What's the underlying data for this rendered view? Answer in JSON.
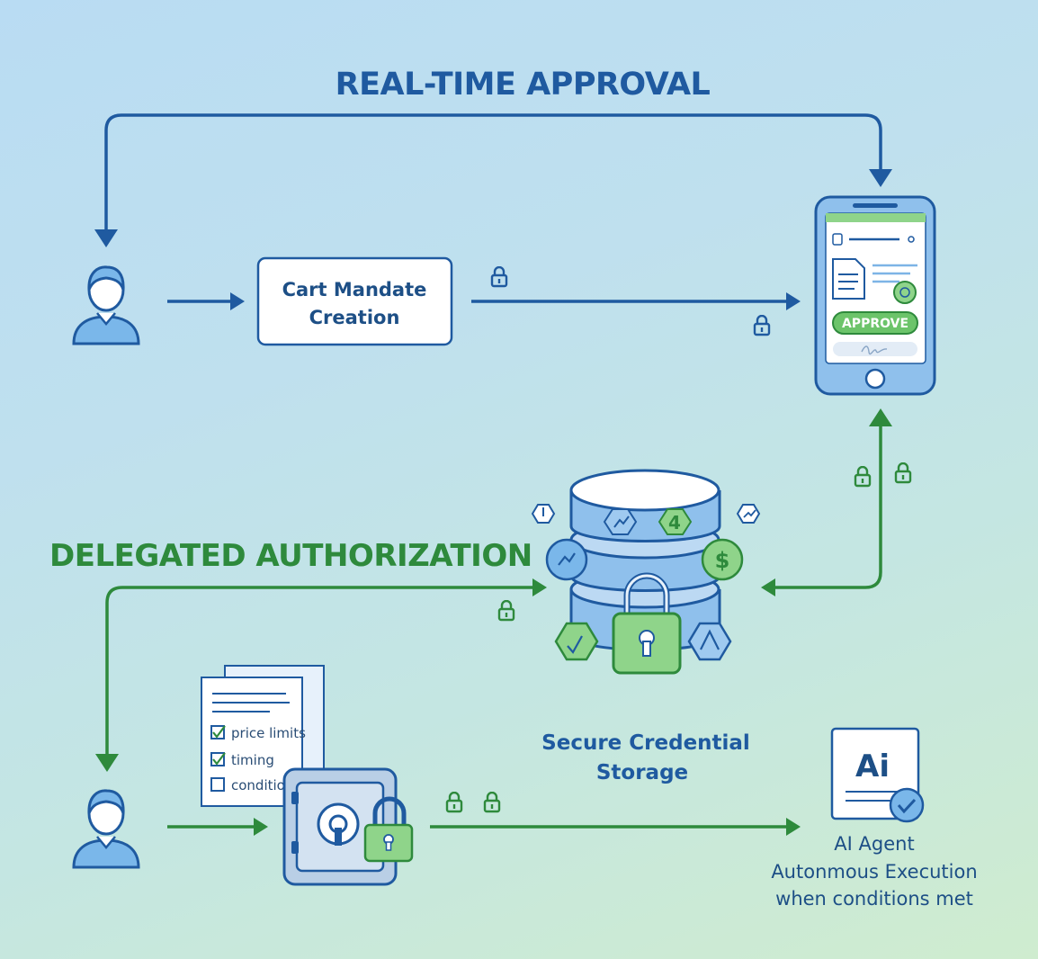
{
  "titles": {
    "realtime": "REAL-TIME APPROVAL",
    "delegated": "DELEGATED AUTHORIZATION"
  },
  "cart_box": {
    "line1": "Cart Mandate",
    "line2": "Creation"
  },
  "phone": {
    "approve_label": "APPROVE"
  },
  "storage": {
    "line1": "Secure Credential",
    "line2": "Storage"
  },
  "checklist": {
    "item1": "price limits",
    "item2": "timing",
    "item3": "conditio"
  },
  "agent": {
    "logo": "Ai",
    "line1": "AI Agent",
    "line2": "Autonmous Execution",
    "line3": "when conditions met"
  },
  "colors": {
    "blue": "#1f5aa0",
    "green": "#2e8a3c",
    "light_blue": "#7db4e6",
    "light_green": "#8fd48a"
  }
}
